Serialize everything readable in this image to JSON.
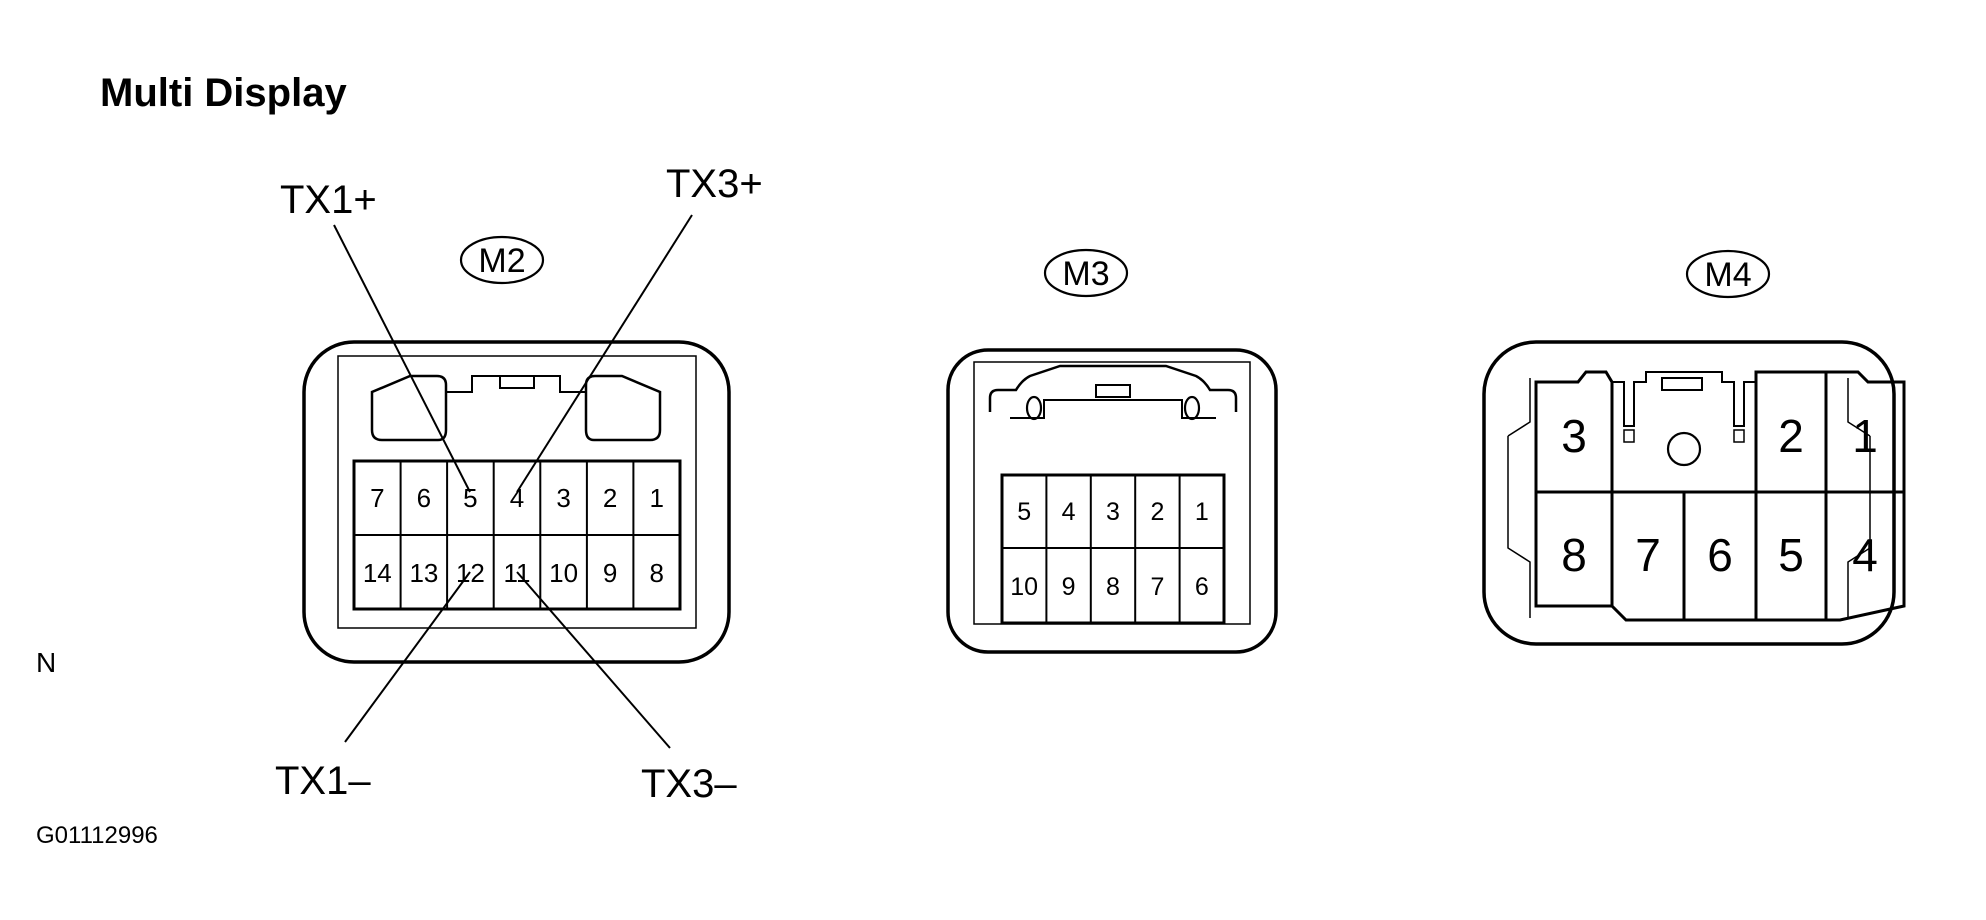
{
  "title": "Multi Display",
  "side_mark": "N",
  "figure_code": "G01112996",
  "connectors": {
    "m2": {
      "id": "M2",
      "pins_top": [
        "7",
        "6",
        "5",
        "4",
        "3",
        "2",
        "1"
      ],
      "pins_bottom": [
        "14",
        "13",
        "12",
        "11",
        "10",
        "9",
        "8"
      ]
    },
    "m3": {
      "id": "M3",
      "pins_top": [
        "5",
        "4",
        "3",
        "2",
        "1"
      ],
      "pins_bottom": [
        "10",
        "9",
        "8",
        "7",
        "6"
      ]
    },
    "m4": {
      "id": "M4",
      "pins_top": [
        "3",
        "2",
        "1"
      ],
      "pins_bottom": [
        "8",
        "7",
        "6",
        "5",
        "4"
      ]
    }
  },
  "signals": [
    {
      "label": "TX1+",
      "pin": "5"
    },
    {
      "label": "TX3+",
      "pin": "4"
    },
    {
      "label": "TX1–",
      "pin": "12"
    },
    {
      "label": "TX3–",
      "pin": "11"
    }
  ]
}
